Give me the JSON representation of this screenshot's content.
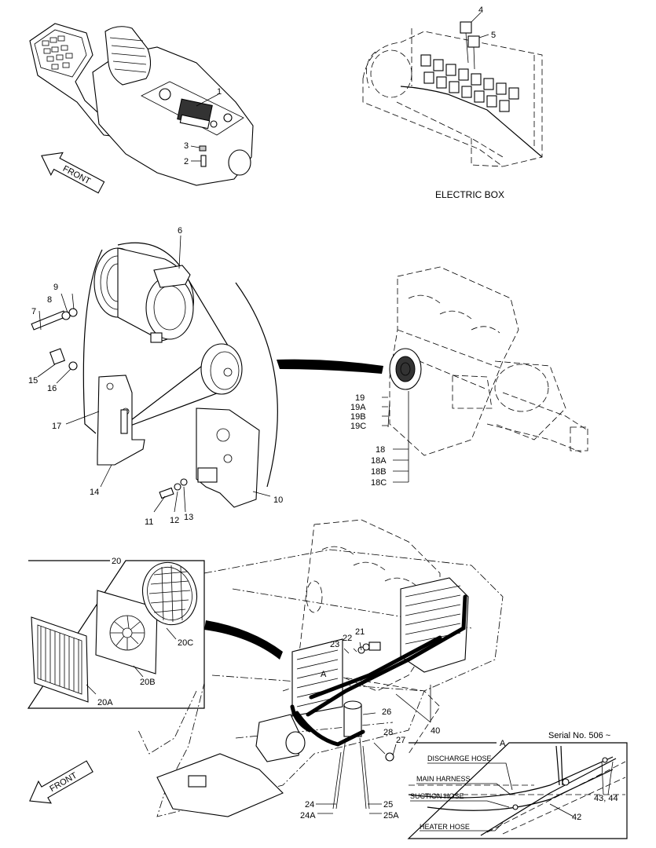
{
  "texts": {
    "electric_box": "ELECTRIC BOX",
    "front": "FRONT",
    "serial": "Serial No. 506 ~",
    "detail_a": "A",
    "discharge_hose": "DISCHARGE HOSE",
    "main_harness": "MAIN HARNESS",
    "suction_hose": "SUCTION HOSE",
    "heater_hose": "HEATER HOSE"
  },
  "callouts": {
    "c1": "1",
    "c2": "2",
    "c3": "3",
    "c4": "4",
    "c5": "5",
    "c6": "6",
    "c7": "7",
    "c8": "8",
    "c9": "9",
    "c10": "10",
    "c11": "11",
    "c12": "12",
    "c13": "13",
    "c14": "14",
    "c15": "15",
    "c16": "16",
    "c17": "17",
    "c18": "18",
    "c18a": "18A",
    "c18b": "18B",
    "c18c": "18C",
    "c19": "19",
    "c19a": "19A",
    "c19b": "19B",
    "c19c": "19C",
    "c20": "20",
    "c20a": "20A",
    "c20b": "20B",
    "c20c": "20C",
    "c21": "21",
    "c22": "22",
    "c23": "23",
    "c24": "24",
    "c24a": "24A",
    "c25": "25",
    "c25a": "25A",
    "c26": "26",
    "c27": "27",
    "c28": "28",
    "c40": "40",
    "c42": "42",
    "c43_44": "43, 44",
    "a_mark": "A"
  }
}
